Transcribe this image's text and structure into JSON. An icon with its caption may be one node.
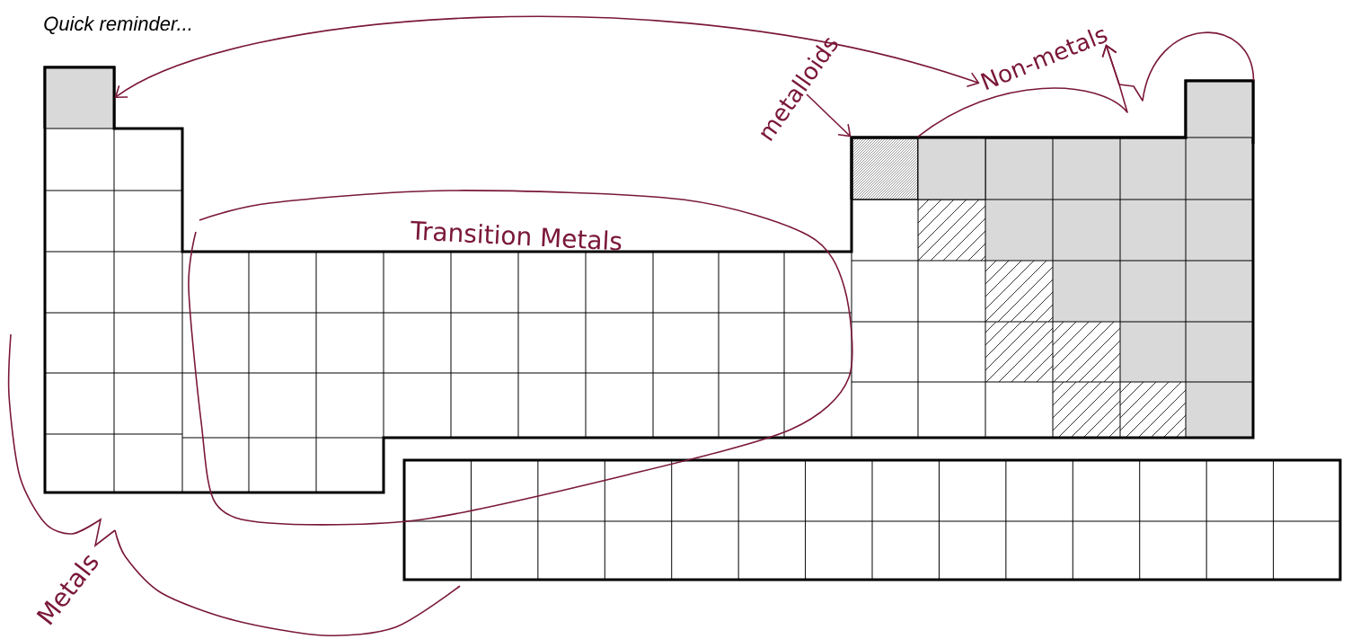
{
  "diagram": {
    "title": "Quick reminder...",
    "nodes": [
      {
        "text": [
          "metalloids"
        ]
      },
      {
        "text": [
          "Non-metals"
        ]
      },
      {
        "text": [],
        "shape": "box"
      },
      {
        "text": [],
        "shape": "box"
      },
      {
        "text": [],
        "shape": "box"
      },
      {
        "text": [],
        "shape": "box"
      }
    ],
    "edges": [
      {
        "from": 1,
        "to": 2,
        "arrow": "both"
      },
      {
        "from": 4,
        "to": 1,
        "arrow": "to"
      },
      {
        "from": 5,
        "to": 1,
        "arrow": "to"
      },
      {
        "from": 0,
        "to": 3,
        "arrow": "to"
      }
    ],
    "labels": [
      "Transition Metals",
      "Metals"
    ]
  }
}
